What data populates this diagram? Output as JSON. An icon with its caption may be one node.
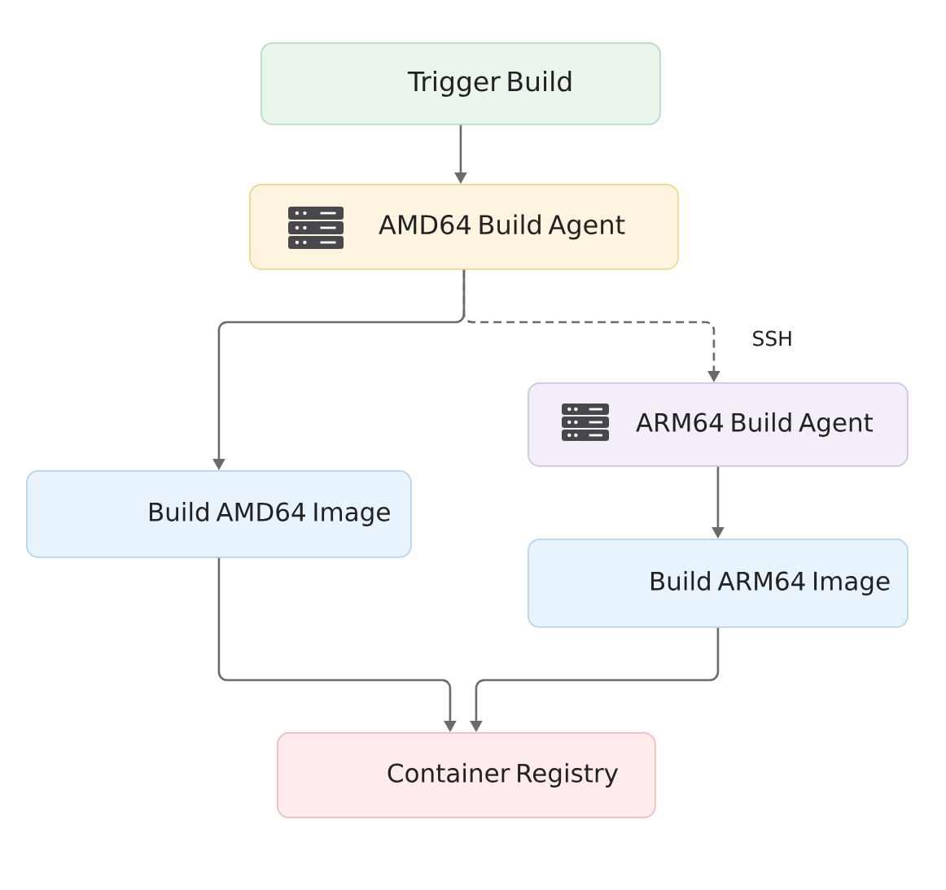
{
  "diagram": {
    "nodes": [
      {
        "text": [
          "Trigger Build"
        ]
      },
      {
        "text": [
          "AMD64 Build Agent"
        ]
      },
      {
        "text": [
          "ARM64 Build Agent"
        ]
      },
      {
        "text": [
          "Build AMD64 Image"
        ]
      },
      {
        "text": [
          "Build ARM64 Image"
        ]
      },
      {
        "text": [
          "Container Registry"
        ]
      }
    ],
    "edges": [
      {
        "from": 0,
        "to": 1,
        "arrow": "to"
      },
      {
        "from": 1,
        "to": 3,
        "arrow": "to"
      },
      {
        "from": 1,
        "to": 2,
        "arrow": "to",
        "label": "SSH",
        "style": "dashed"
      },
      {
        "from": 2,
        "to": 4,
        "arrow": "to"
      },
      {
        "from": 3,
        "to": 5,
        "arrow": "to"
      },
      {
        "from": 4,
        "to": 5,
        "arrow": "to"
      }
    ]
  }
}
